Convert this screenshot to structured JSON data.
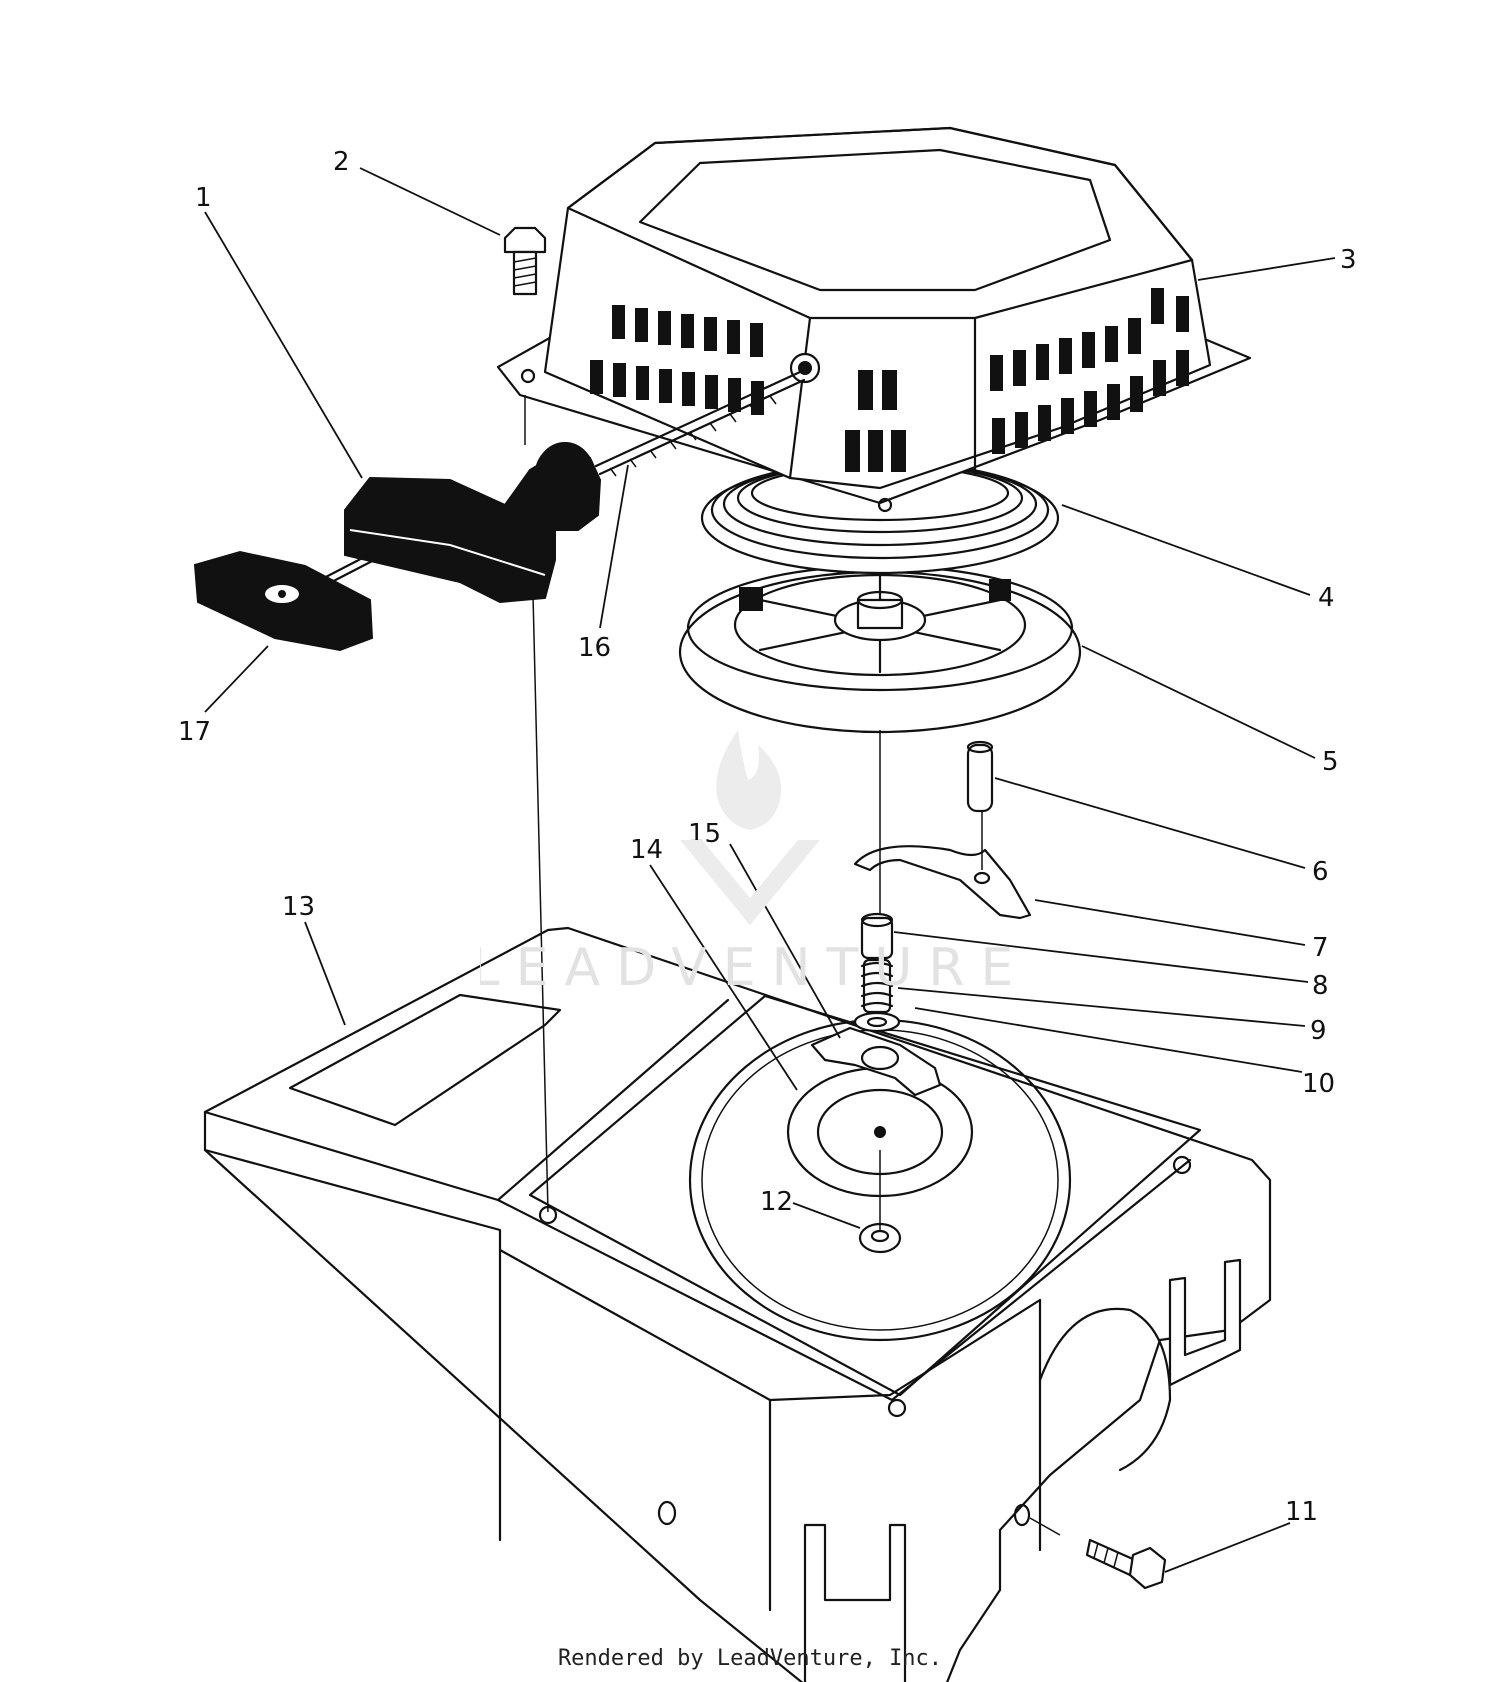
{
  "diagram": {
    "callouts": [
      {
        "id": "1",
        "text": "1"
      },
      {
        "id": "2",
        "text": "2"
      },
      {
        "id": "3",
        "text": "3"
      },
      {
        "id": "4",
        "text": "4"
      },
      {
        "id": "5",
        "text": "5"
      },
      {
        "id": "6",
        "text": "6"
      },
      {
        "id": "7",
        "text": "7"
      },
      {
        "id": "8",
        "text": "8"
      },
      {
        "id": "9",
        "text": "9"
      },
      {
        "id": "10",
        "text": "10"
      },
      {
        "id": "11",
        "text": "11"
      },
      {
        "id": "12",
        "text": "12"
      },
      {
        "id": "13",
        "text": "13"
      },
      {
        "id": "14",
        "text": "14"
      },
      {
        "id": "15",
        "text": "15"
      },
      {
        "id": "16",
        "text": "16"
      },
      {
        "id": "17",
        "text": "17"
      }
    ]
  },
  "watermark": {
    "text": "LEADVENTURE"
  },
  "footer": {
    "text": "Rendered by LeadVenture, Inc."
  }
}
